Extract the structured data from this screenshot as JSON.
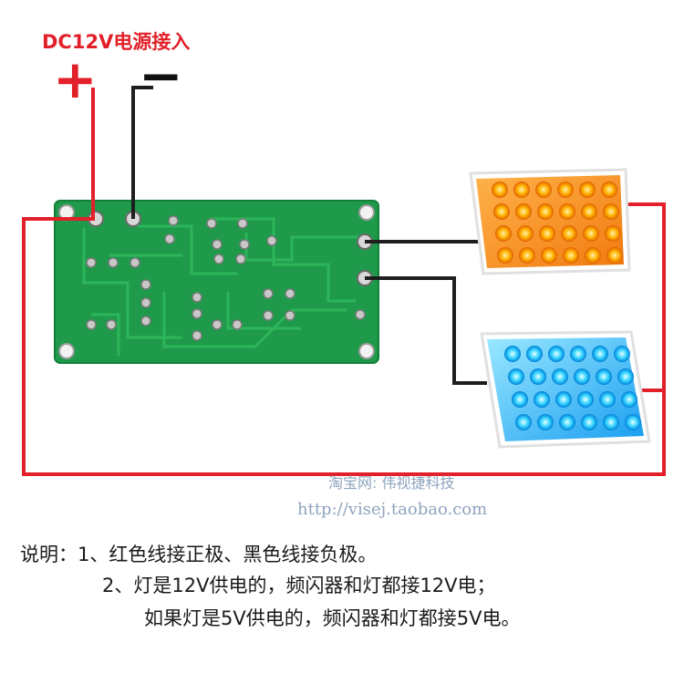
{
  "power": {
    "title": "DC12V电源接入",
    "plus_symbol": "+",
    "minus_symbol": "−"
  },
  "watermark": {
    "shop": "淘宝网: 伟视捷科技",
    "url": "http://visej.taobao.com"
  },
  "notes": {
    "line1": "说明：1、红色线接正极、黑色线接负极。",
    "line2": "2、灯是12V供电的，频闪器和灯都接12V电；",
    "line3": "如果灯是5V供电的，频闪器和灯都接5V电。"
  },
  "colors": {
    "positive_wire": "#e2202a",
    "negative_wire": "#1e1e1e",
    "pcb": "#1e9a4a",
    "lamp_top": "#ff8c1a",
    "lamp_bottom": "#26b8ff"
  }
}
